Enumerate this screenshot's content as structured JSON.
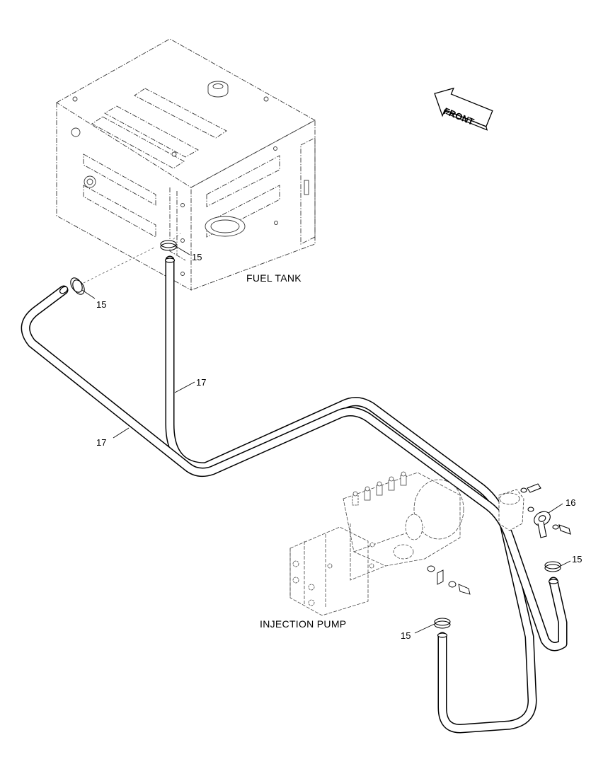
{
  "labels": {
    "fuel_tank": "FUEL TANK",
    "injection_pump": "INJECTION PUMP",
    "front": "FRONT"
  },
  "callouts": {
    "c15_tank_top": "15",
    "c15_tank_left": "15",
    "c17_hose_vertical": "17",
    "c17_hose_left": "17",
    "c16_banjo": "16",
    "c15_right": "15",
    "c15_pump": "15"
  }
}
